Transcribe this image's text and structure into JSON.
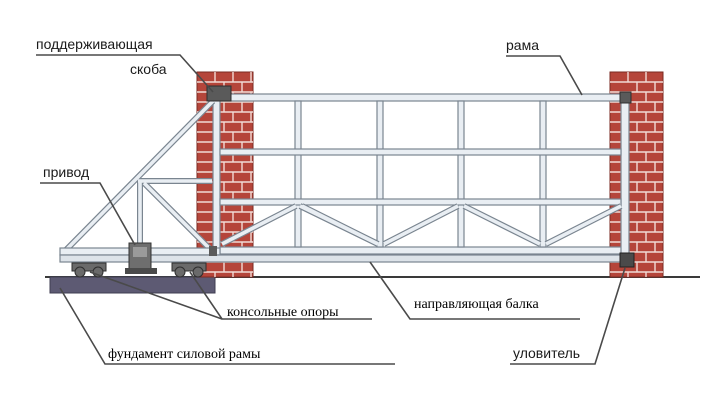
{
  "labels": {
    "support_bracket_line1": "поддерживающая",
    "support_bracket_line2": "скоба",
    "frame": "рама",
    "drive": "привод",
    "cantilever_supports": "консольные опоры",
    "guide_beam": "направляющая балка",
    "foundation": "фундамент силовой рамы",
    "catcher": "уловитель"
  },
  "colors": {
    "frame_fill": "#e9eef3",
    "frame_stroke": "#7a8590",
    "brick": "#b5453a",
    "mortar": "#f2dcd6",
    "foundation": "#5d5a73",
    "ground": "#3a3a3a",
    "leader": "#4a4a4a"
  }
}
